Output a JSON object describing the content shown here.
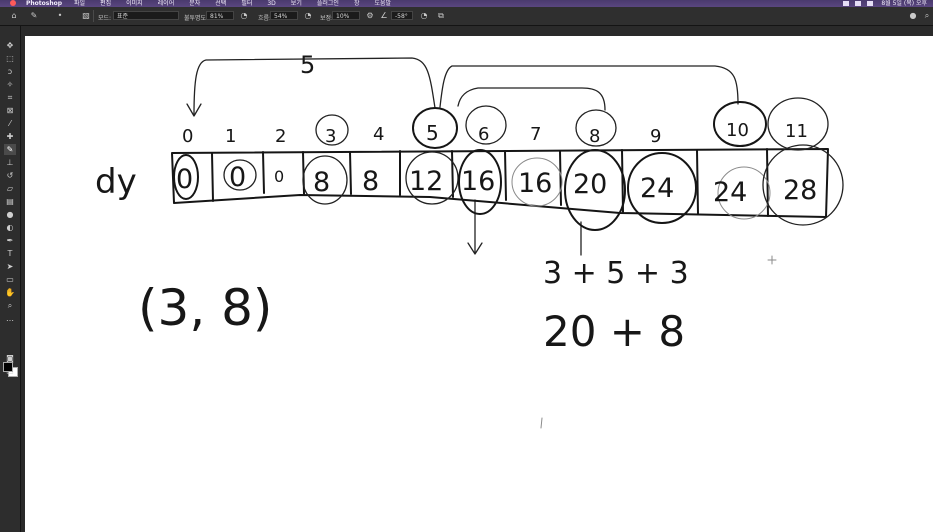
{
  "menubar": {
    "app_name": "Photoshop",
    "menus": [
      "파일",
      "편집",
      "이미지",
      "레이어",
      "문자",
      "선택",
      "필터",
      "3D",
      "보기",
      "플러그인",
      "창",
      "도움말"
    ],
    "clock": "8월 5일 (목) 오후"
  },
  "options_bar": {
    "mode_label": "모드:",
    "mode_value": "표준",
    "opacity_label": "불투명도:",
    "opacity_value": "81%",
    "flow_label": "흐름:",
    "flow_value": "54%",
    "smoothing_label": "보정:",
    "smoothing_value": "10%",
    "angle_value": "-58°"
  },
  "tools": [
    "move-tool",
    "marquee-tool",
    "lasso-tool",
    "quick-select-tool",
    "crop-tool",
    "frame-tool",
    "eyedropper-tool",
    "healing-tool",
    "brush-tool",
    "stamp-tool",
    "history-brush-tool",
    "eraser-tool",
    "gradient-tool",
    "blur-tool",
    "dodge-tool",
    "pen-tool",
    "type-tool",
    "path-select-tool",
    "rectangle-tool",
    "hand-tool",
    "zoom-tool",
    "more-tools"
  ],
  "colors": {
    "foreground": "#000000",
    "background": "#ffffff",
    "accent": "#4a3a6e"
  },
  "canvas": {
    "array_name": "dy",
    "indices": [
      "0",
      "1",
      "2",
      "3",
      "4",
      "5",
      "6",
      "7",
      "8",
      "9",
      "10",
      "11"
    ],
    "cells": [
      "0",
      "0",
      "0",
      "8",
      "8",
      "12",
      "16",
      "16",
      "20",
      "24",
      "24",
      "28"
    ],
    "tuple": "(3, 8)",
    "sum_expression": "3 + 5 + 3",
    "result_expression": "20 + 8",
    "top_note": "5"
  }
}
